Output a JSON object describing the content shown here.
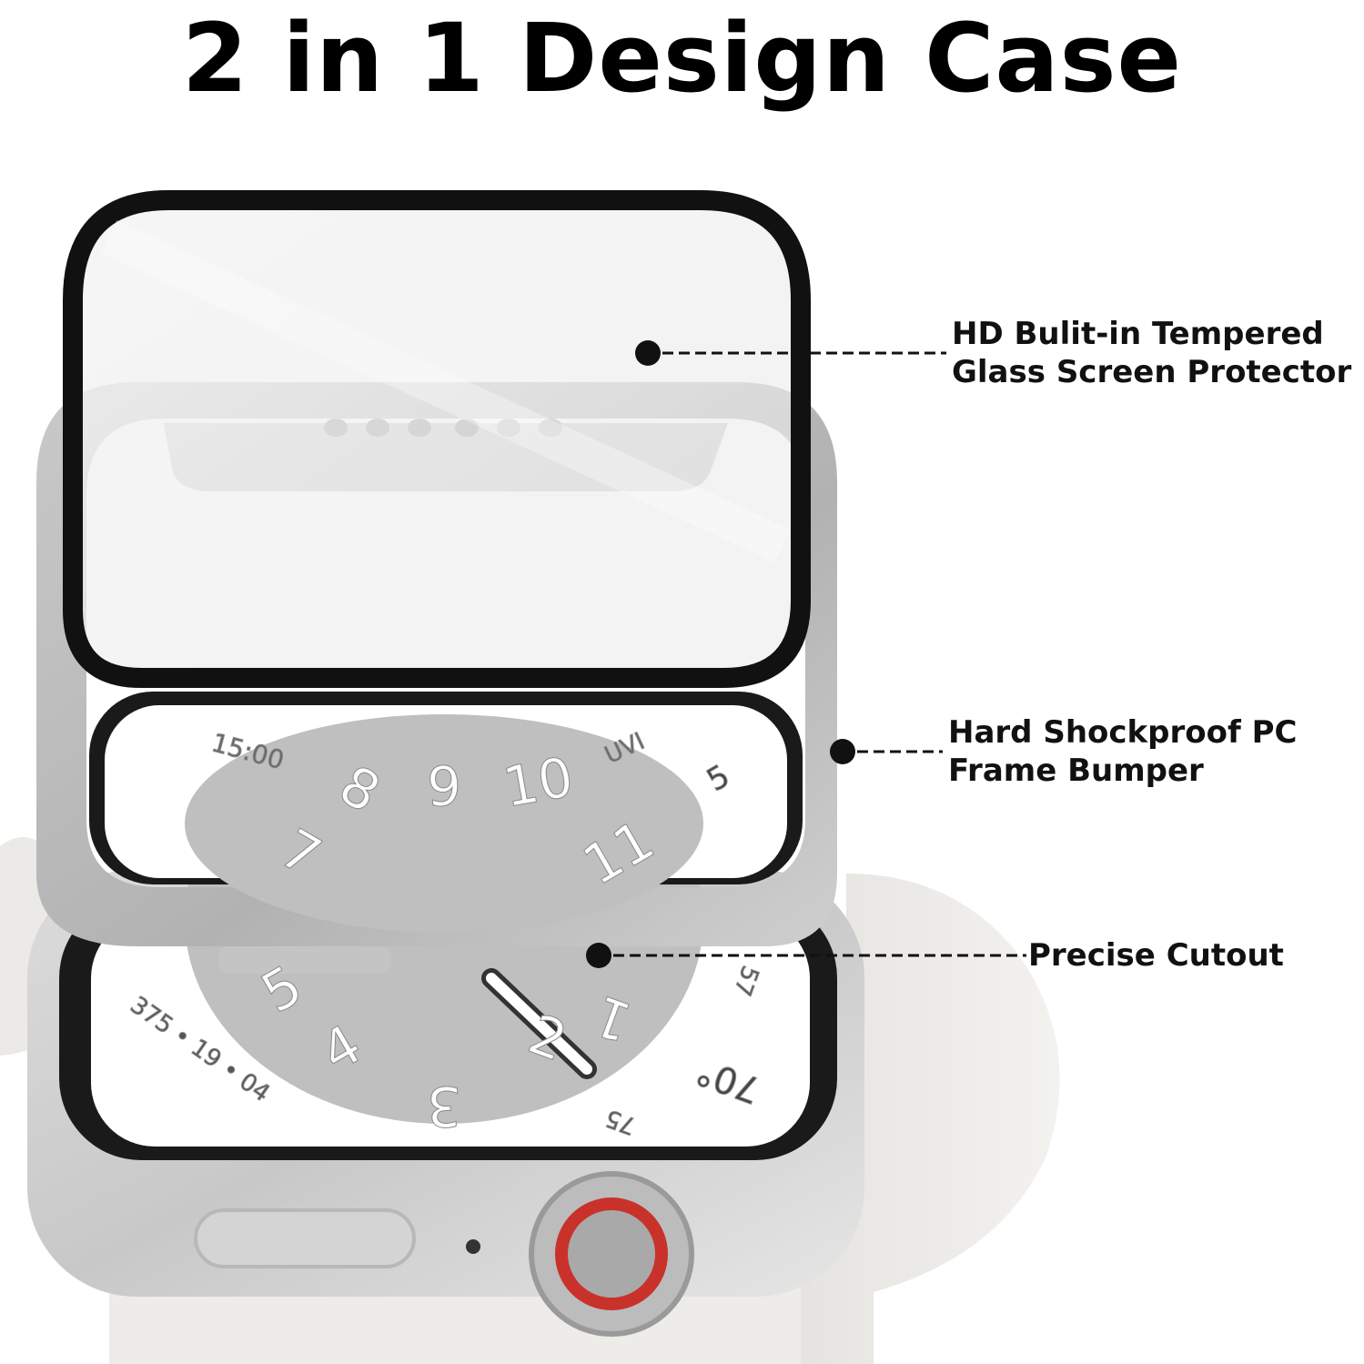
{
  "title": "2 in 1 Design Case",
  "callouts": {
    "glass": {
      "line1": "HD Bulit-in Tempered",
      "line2": "Glass Screen Protector"
    },
    "frame": {
      "line1": "Hard Shockproof PC",
      "line2": "Frame Bumper"
    },
    "cutout": {
      "line1": "Precise Cutout"
    }
  },
  "watch_face": {
    "hour_numerals": [
      "9",
      "10",
      "11",
      "8",
      "7",
      "5",
      "4",
      "3",
      "2",
      "1"
    ],
    "top_left_complication": "15:00",
    "top_right_complication": "UVI",
    "uv_value": "5",
    "bottom_left_complication": "375 • 19 • 04",
    "temperature": "70°",
    "temp_low": "75",
    "temp_high": "57"
  },
  "colors": {
    "frame_silver": "#bdbdbd",
    "band_white": "#f1f0ed",
    "crown_red": "#c8322b",
    "glass_border": "#111111"
  }
}
